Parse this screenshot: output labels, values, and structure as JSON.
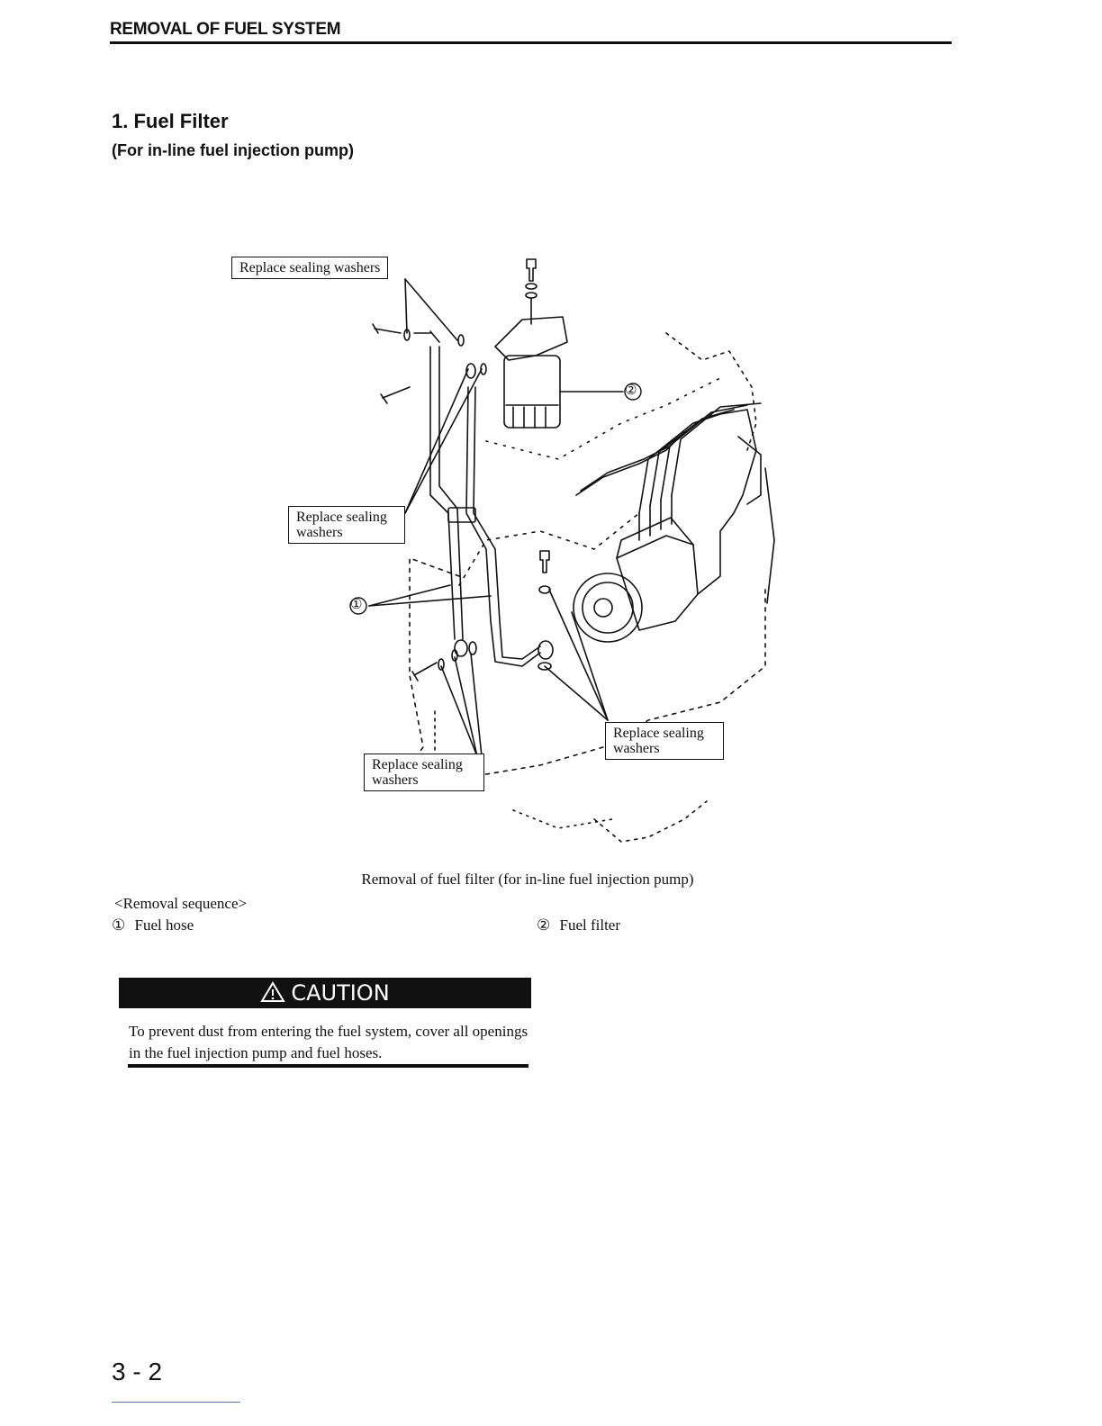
{
  "header": {
    "title": "REMOVAL OF FUEL SYSTEM"
  },
  "section": {
    "title": "1.  Fuel Filter",
    "subtitle": "(For in-line fuel injection pump)"
  },
  "diagram": {
    "callouts": {
      "top": "Replace sealing washers",
      "left_line1": "Replace sealing",
      "left_line2": "washers",
      "right_line1": "Replace sealing",
      "right_line2": "washers",
      "bottom_line1": "Replace sealing",
      "bottom_line2": "washers"
    },
    "markers": {
      "one": "①",
      "two": "②"
    },
    "caption": "Removal of fuel filter (for in-line fuel injection pump)"
  },
  "sequence": {
    "title": "<Removal sequence>",
    "items": [
      {
        "num": "①",
        "label": "Fuel hose"
      },
      {
        "num": "②",
        "label": "Fuel filter"
      }
    ]
  },
  "caution": {
    "icon": "warning-triangle-icon",
    "title": "CAUTION",
    "text": "To prevent dust from entering the fuel system, cover all openings in the fuel injection pump and fuel hoses."
  },
  "footer": {
    "page_number": "3 - 2"
  }
}
